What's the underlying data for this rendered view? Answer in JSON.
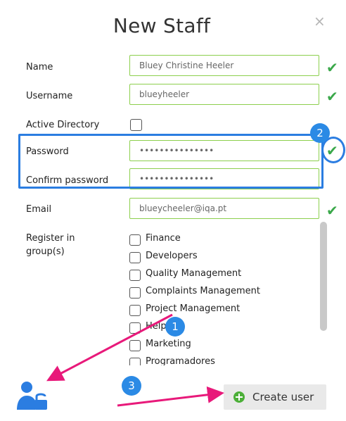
{
  "dialog": {
    "title": "New Staff",
    "close_symbol": "×"
  },
  "form": {
    "name_label": "Name",
    "name_value": "Bluey Christine Heeler",
    "username_label": "Username",
    "username_value": "blueyheeler",
    "active_directory_label": "Active Directory",
    "password_label": "Password",
    "password_value": "•••••••••••••••",
    "confirm_password_label": "Confirm password",
    "confirm_password_value": "•••••••••••••••",
    "email_label": "Email",
    "email_value": "blueycheeler@iqa.pt",
    "groups_label_line1": "Register in",
    "groups_label_line2": "group(s)",
    "valid_mark": "✔"
  },
  "groups": [
    "Finance",
    "Developers",
    "Quality Management",
    "Complaints Management",
    "Project Management",
    "Help",
    "Marketing",
    "Programadores"
  ],
  "actions": {
    "create_user_label": "Create user"
  },
  "annotations": {
    "step1": "1",
    "step2": "2",
    "step3": "3",
    "highlight_color": "#2b7de1",
    "arrow_color": "#e8197a"
  },
  "icons": {
    "close": "close-icon",
    "check": "check-icon",
    "add": "plus-circle-icon",
    "user_lock": "user-lock-icon"
  },
  "colors": {
    "valid_border": "#8ccf4d",
    "valid_check": "#3aa84a",
    "button_bg": "#e9e9e9",
    "add_icon": "#4caf38"
  }
}
